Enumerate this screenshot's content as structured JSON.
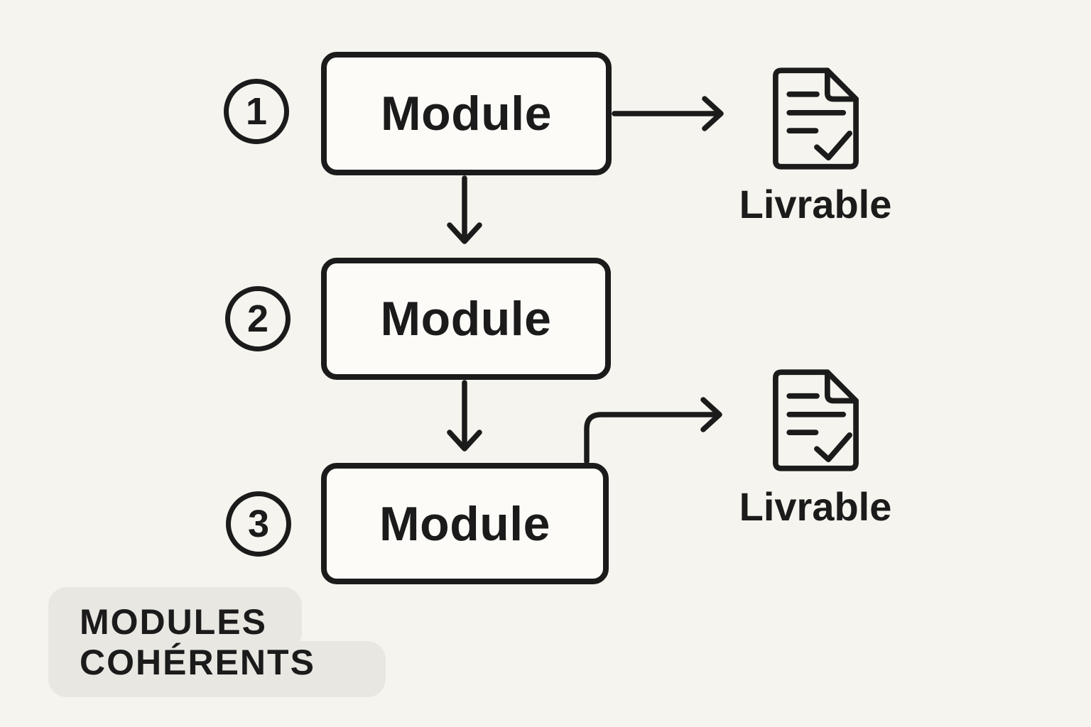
{
  "colors": {
    "background": "#f6f4ee",
    "ink": "#1b1b1b",
    "box_fill": "#fcfbf7",
    "caption_bg": "#e9e7e2"
  },
  "steps": [
    {
      "number": "1",
      "label": "Module"
    },
    {
      "number": "2",
      "label": "Module"
    },
    {
      "number": "3",
      "label": "Module"
    }
  ],
  "deliverables": [
    {
      "label": "Livrable"
    },
    {
      "label": "Livrable"
    }
  ],
  "caption": {
    "line1": "MODULES",
    "line2": "COHÉRENTS"
  }
}
